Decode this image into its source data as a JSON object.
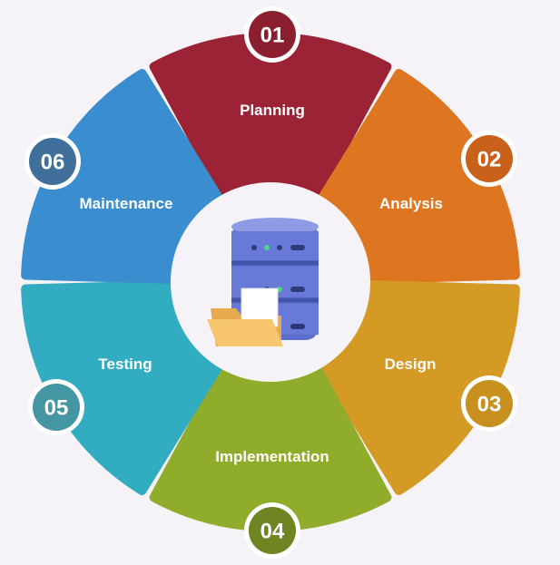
{
  "diagram": {
    "stages": [
      {
        "number": "01",
        "label": "Planning",
        "color": "#9b2335",
        "badge_color": "#8c1f2f"
      },
      {
        "number": "02",
        "label": "Analysis",
        "color": "#de7521",
        "badge_color": "#c9611a"
      },
      {
        "number": "03",
        "label": "Design",
        "color": "#d49a24",
        "badge_color": "#c7901f"
      },
      {
        "number": "04",
        "label": "Implementation",
        "color": "#8fac2b",
        "badge_color": "#6e8522"
      },
      {
        "number": "05",
        "label": "Testing",
        "color": "#32acc0",
        "badge_color": "#4596a3"
      },
      {
        "number": "06",
        "label": "Maintenance",
        "color": "#3a8ecf",
        "badge_color": "#3f6f9a"
      }
    ],
    "center_icon": "database-folder-icon"
  }
}
